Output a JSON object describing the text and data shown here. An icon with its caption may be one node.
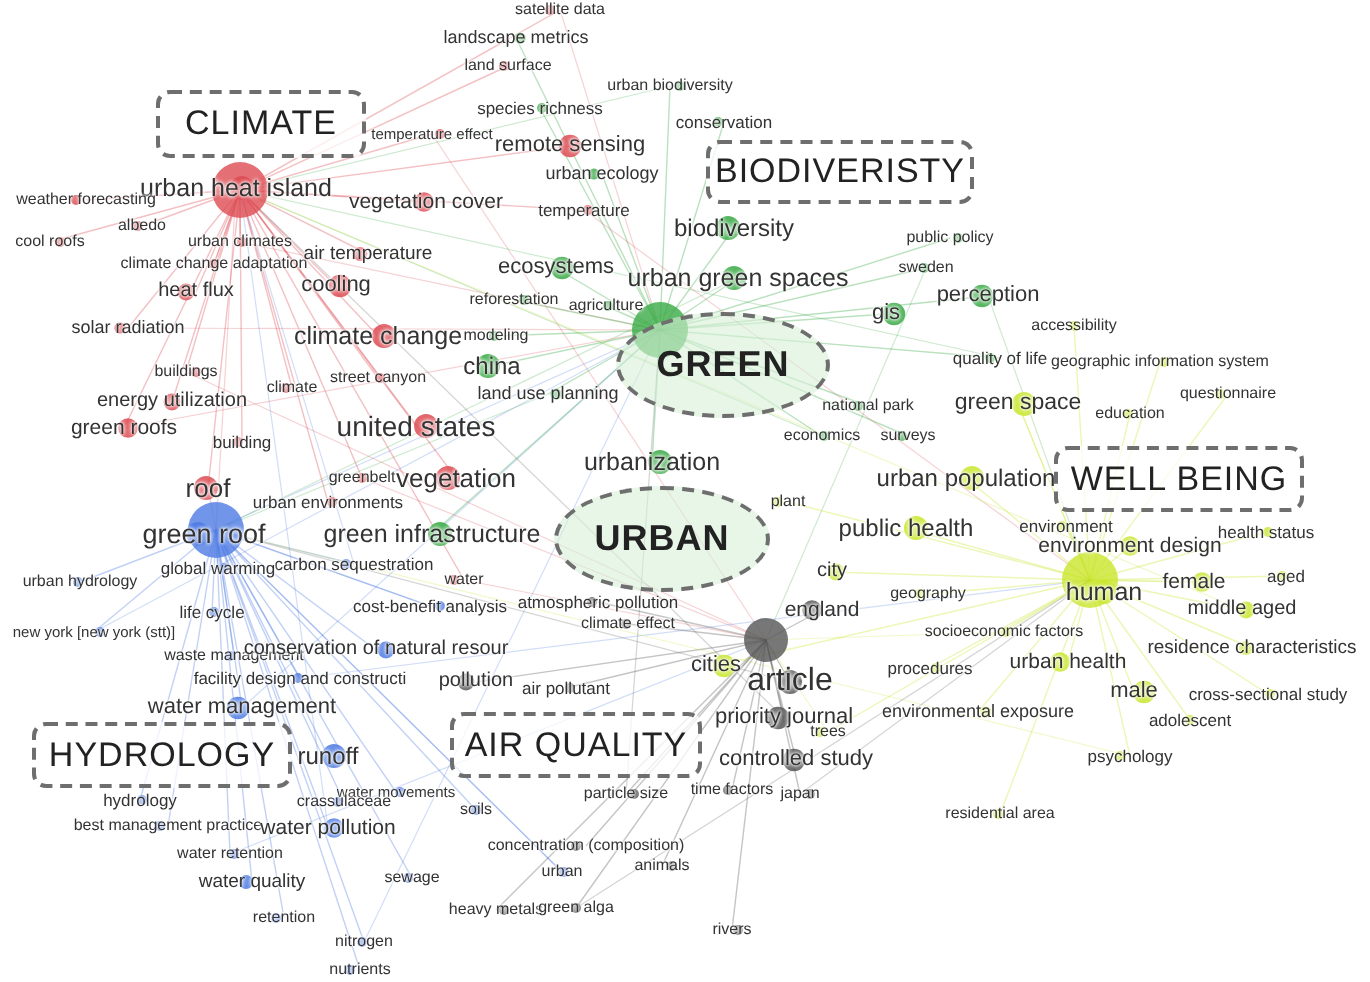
{
  "diagram": {
    "nodes": [
      {
        "text": [
          "CLIMATE"
        ]
      },
      {
        "text": [
          "BIODIVERISTY"
        ]
      },
      {
        "text": [
          "GREEN"
        ]
      },
      {
        "text": [
          "WELL BEING"
        ]
      },
      {
        "text": [
          "URBAN"
        ]
      },
      {
        "text": [
          "HYDROLOGY"
        ]
      },
      {
        "text": [
          "AIR QUALITY"
        ]
      }
    ],
    "labels": [
      "satellite data",
      "landscape metrics",
      "land surface",
      "urban biodiversity",
      "species richness",
      "conservation",
      "temperature effect",
      "remote sensing",
      "urban ecology",
      "urban heat island",
      "vegetation cover",
      "weather forecasting",
      "temperature",
      "albedo",
      "cool roofs",
      "urban climates",
      "biodiversity",
      "public policy",
      "climate change adaptation",
      "air temperature",
      "ecosystems",
      "sweden",
      "heat flux",
      "cooling",
      "urban green spaces",
      "reforestation",
      "agriculture",
      "perception",
      "gis",
      "accessibility",
      "solar radiation",
      "climate change",
      "modeling",
      "quality of life",
      "geographic information system",
      "china",
      "buildings",
      "street canyon",
      "climate",
      "land use planning",
      "energy utilization",
      "questionnaire",
      "green space",
      "education",
      "national park",
      "green roofs",
      "building",
      "united states",
      "economics",
      "surveys",
      "urbanization",
      "greenbelt",
      "vegetation",
      "urban population",
      "roof",
      "plant",
      "urban environments",
      "environment",
      "public health",
      "health status",
      "green roof",
      "green infrastructure",
      "environment design",
      "carbon sequestration",
      "global warming",
      "urban hydrology",
      "water",
      "city",
      "aged",
      "cost-benefit analysis",
      "life cycle",
      "atmospheric pollution",
      "female",
      "human",
      "geography",
      "new york [new york (stt)]",
      "climate effect",
      "england",
      "middle aged",
      "waste management",
      "conservation of natural resour",
      "socioeconomic factors",
      "residence characteristics",
      "cities",
      "article",
      "urban health",
      "procedures",
      "facility design and constructi",
      "pollution",
      "air pollutant",
      "water management",
      "male",
      "cross-sectional study",
      "priority journal",
      "environmental exposure",
      "adolescent",
      "trees",
      "runoff",
      "controlled study",
      "psychology",
      "water movements",
      "time factors",
      "japan",
      "hydrology",
      "crassulaceae",
      "particle size",
      "soils",
      "best management practice",
      "water pollution",
      "residential area",
      "concentration (composition)",
      "water retention",
      "sewage",
      "animals",
      "urban",
      "water quality",
      "heavy metals",
      "green alga",
      "retention",
      "rivers",
      "nitrogen",
      "nutrients"
    ]
  }
}
